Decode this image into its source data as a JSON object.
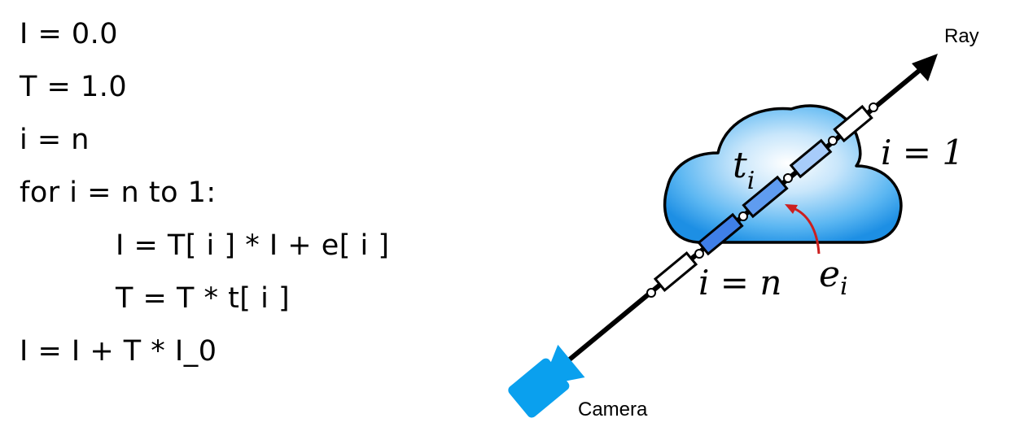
{
  "code_lines": [
    "I = 0.0",
    "T = 1.0",
    "i = n",
    "for i = n to 1:",
    "I = T[ i ] * I + e[ i ]",
    "T = T * t[ i ]",
    "I = I + T * I_0"
  ],
  "labels": {
    "ray": "Ray",
    "camera": "Camera",
    "t_i": "t",
    "t_i_sub": "i",
    "e_i": "e",
    "e_i_sub": "i",
    "i_eq_1": "i = 1",
    "i_eq_n": "i = n"
  },
  "colors": {
    "cloud_outer": "#1f8fe6",
    "cloud_inner": "#eef8ff",
    "camera": "#0aa0ee",
    "segment_dark": "#3f7fe8",
    "segment_mid": "#5f9cf0",
    "segment_light": "#a7ccfa",
    "arrow_red": "#cc1f1f"
  },
  "icons": [
    "camera-icon",
    "cloud-icon"
  ]
}
